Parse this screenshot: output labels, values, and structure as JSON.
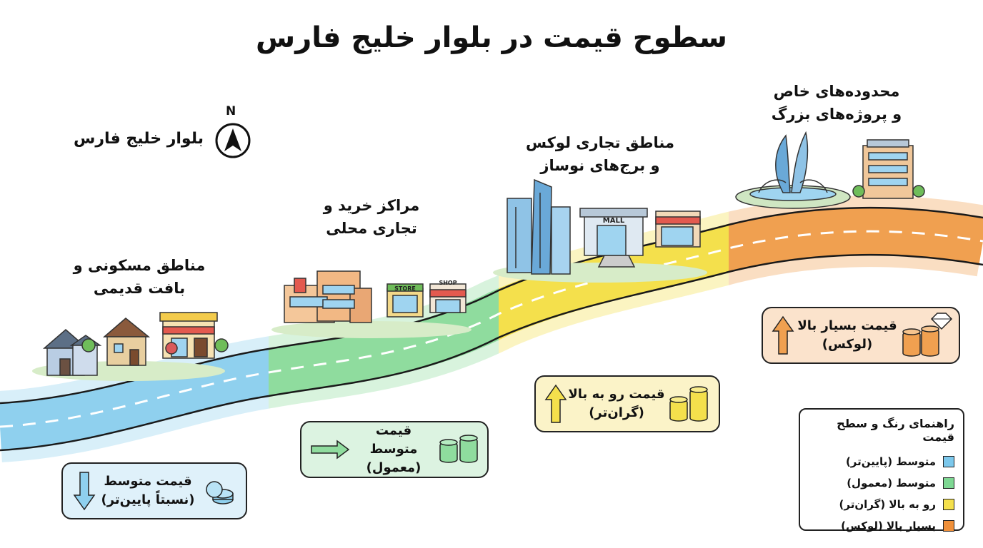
{
  "title": "سطوح قیمت در بلوار خلیج فارس",
  "road_label": "بلوار خلیج فارس",
  "compass_letter": "N",
  "zones": [
    {
      "label_line1": "مناطق مسکونی و",
      "label_line2": "بافت قدیمی",
      "color": "#8fd0ee",
      "price_line1": "قیمت متوسط",
      "price_line2": "(نسبتاً پایین‌تر)",
      "arrow": "down"
    },
    {
      "label_line1": "مراکز خرید و",
      "label_line2": "تجاری محلی",
      "color": "#8fdc9e",
      "price_line1": "قیمت متوسط",
      "price_line2": "(معمول)",
      "arrow": "right"
    },
    {
      "label_line1": "مناطق تجاری لوکس",
      "label_line2": "و برج‌های نوساز",
      "color": "#f4e04c",
      "price_line1": "قیمت رو به بالا",
      "price_line2": "(گران‌تر)",
      "arrow": "up"
    },
    {
      "label_line1": "محدوده‌های خاص",
      "label_line2": "و پروژه‌های بزرگ",
      "color": "#f0a050",
      "price_line1": "قیمت بسیار بالا",
      "price_line2": "(لوکس)",
      "arrow": "up"
    }
  ],
  "store_signs": {
    "shop1": "STORE",
    "shop2": "SHOP",
    "mall": "MALL"
  },
  "legend": {
    "title": "راهنمای رنگ و سطح قیمت",
    "items": [
      {
        "label": "متوسط (پایین‌تر)",
        "color": "#7cc8ec"
      },
      {
        "label": "متوسط (معمول)",
        "color": "#7ed893"
      },
      {
        "label": "رو به بالا (گران‌تر)",
        "color": "#f4e04c"
      },
      {
        "label": "بسیار بالا (لوکس)",
        "color": "#f0903a"
      }
    ]
  }
}
